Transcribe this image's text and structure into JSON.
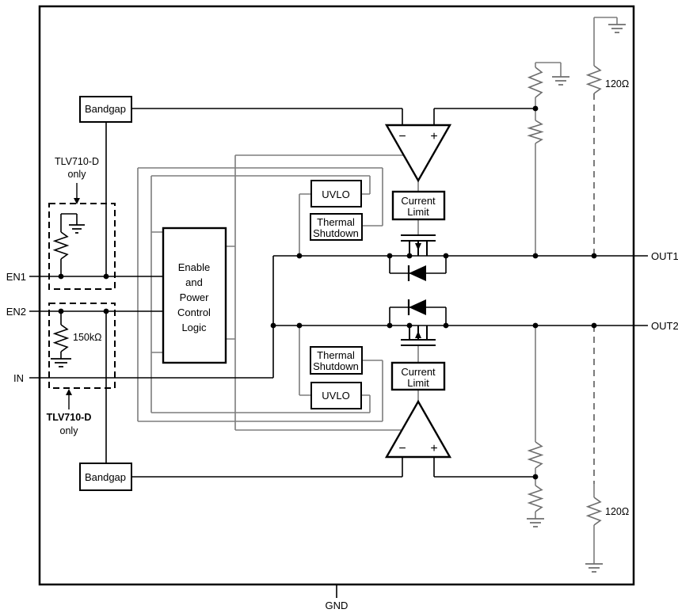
{
  "diagram": {
    "pins": {
      "en1": "EN1",
      "en2": "EN2",
      "in": "IN",
      "out1": "OUT1",
      "out2": "OUT2",
      "gnd": "GND"
    },
    "blocks": {
      "bandgap": "Bandgap",
      "uvlo": "UVLO",
      "thermal_line1": "Thermal",
      "thermal_line2": "Shutdown",
      "current_limit_line1": "Current",
      "current_limit_line2": "Limit",
      "enable_logic_lines": [
        "Enable",
        "and",
        "Power",
        "Control",
        "Logic"
      ]
    },
    "notes": {
      "variant": "TLV710-D",
      "only": "only"
    },
    "values": {
      "enable_pulldown": "150kΩ",
      "output_discharge": "120Ω"
    },
    "amp": {
      "minus_sign": "−",
      "plus_sign": "+"
    },
    "colors": {
      "line_black": "#000000",
      "line_gray": "#7d7d7d",
      "box_fill": "#ffffff"
    }
  }
}
